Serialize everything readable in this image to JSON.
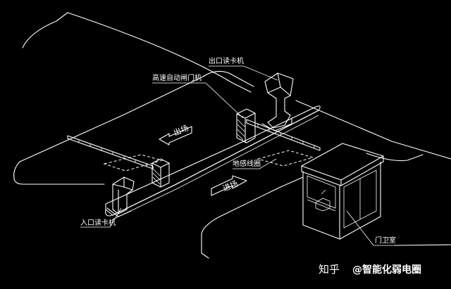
{
  "labels": {
    "exit_reader": "出口读卡机",
    "barrier": "高速自动闸门机",
    "exit_dir": "出场",
    "entry_dir": "进场",
    "loop": "地感线圈",
    "entry_reader": "入口读卡机",
    "guard_room": "门卫室"
  },
  "watermark": {
    "site": "知乎",
    "account": "@智能化弱电圈"
  }
}
